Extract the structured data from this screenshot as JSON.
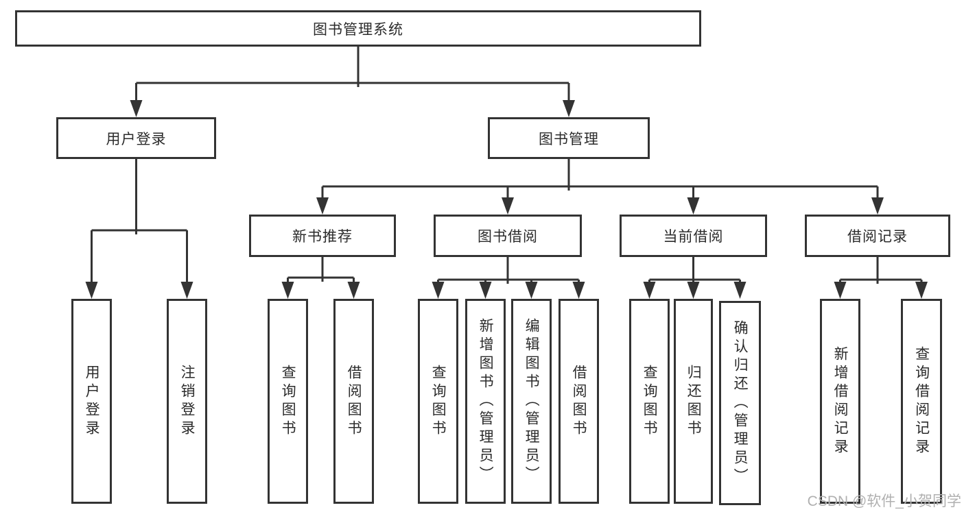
{
  "tree": {
    "root": {
      "label": "图书管理系统"
    },
    "branches": [
      {
        "label": "用户登录",
        "leaves": [
          "用户登录",
          "注销登录"
        ]
      },
      {
        "label": "图书管理",
        "groups": [
          {
            "label": "新书推荐",
            "leaves": [
              "查询图书",
              "借阅图书"
            ]
          },
          {
            "label": "图书借阅",
            "leaves": [
              "查询图书",
              "新增图书（管理员）",
              "编辑图书（管理员）",
              "借阅图书"
            ]
          },
          {
            "label": "当前借阅",
            "leaves": [
              "查询图书",
              "归还图书",
              "确认归还（管理员）"
            ]
          },
          {
            "label": "借阅记录",
            "leaves": [
              "新增借阅记录",
              "查询借阅记录"
            ]
          }
        ]
      }
    ]
  },
  "watermark": {
    "text": "CSDN @软件_小贺同学"
  },
  "colors": {
    "line": "#333333",
    "box_border": "#333333",
    "box_fill": "#ffffff",
    "text": "#2b2b2b",
    "watermark": "#b0b0b0"
  }
}
